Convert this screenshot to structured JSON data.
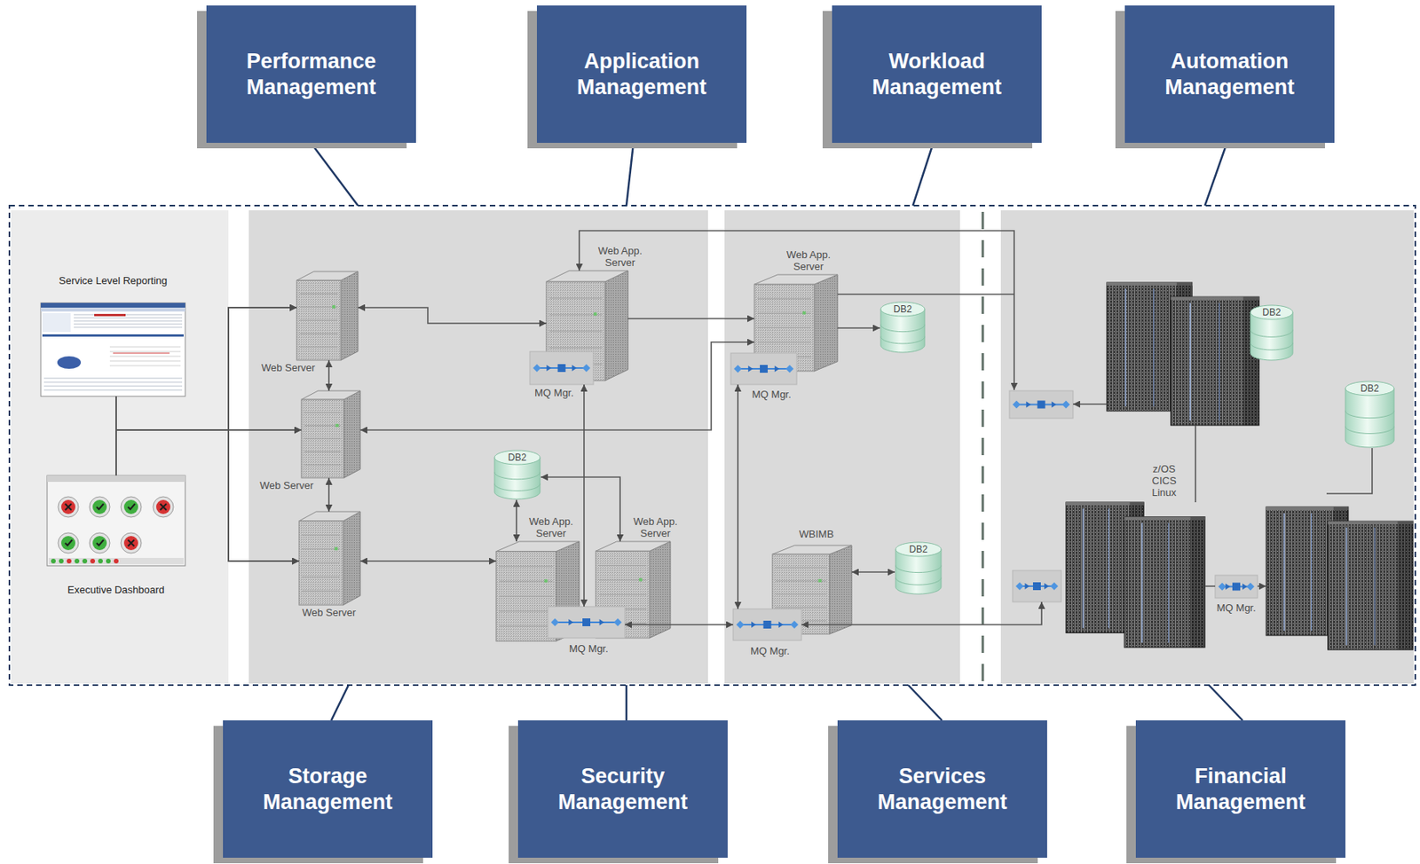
{
  "diagram": {
    "nodes": [
      {
        "text": [
          "Performance Management"
        ]
      },
      {
        "text": [
          "Application Management"
        ]
      },
      {
        "text": [
          "Workload Management"
        ]
      },
      {
        "text": [
          "Automation Management"
        ]
      },
      {
        "text": [
          "Service Level Reporting"
        ]
      },
      {
        "text": [
          "Executive Dashboard"
        ]
      },
      {
        "text": [
          "Web Server"
        ]
      },
      {
        "text": [
          "Web App. Server"
        ]
      },
      {
        "text": [
          "MQ Mgr."
        ]
      },
      {
        "text": [
          "Web App. Server"
        ]
      },
      {
        "text": [
          "DB2"
        ]
      },
      {
        "text": [
          "MQ Mgr."
        ]
      },
      {
        "text": [
          "Web Server"
        ]
      },
      {
        "text": [
          "DB2"
        ]
      },
      {
        "text": [
          "Web App. Server"
        ]
      },
      {
        "text": [
          "Web App. Server"
        ]
      },
      {
        "text": [
          "Web Server"
        ]
      },
      {
        "text": [
          "MQ Mgr."
        ]
      },
      {
        "text": [
          "WBIMB"
        ]
      },
      {
        "text": [
          "DB2"
        ]
      },
      {
        "text": [
          "MQ Mgr."
        ]
      },
      {
        "text": [
          "DB2"
        ]
      },
      {
        "text": [
          "DB2"
        ]
      },
      {
        "text": [
          "z/OS CICS Linux"
        ]
      },
      {
        "text": [
          "MQ Mgr."
        ]
      },
      {
        "text": [
          "Storage Management"
        ]
      },
      {
        "text": [
          "Security Management"
        ]
      },
      {
        "text": [
          "Services Management"
        ]
      },
      {
        "text": [
          "Financial Management"
        ]
      }
    ],
    "edges": [
      {
        "from": 4,
        "to": 6,
        "arrow": "to"
      },
      {
        "from": 4,
        "to": 12,
        "arrow": "to"
      },
      {
        "from": 4,
        "to": 16,
        "arrow": "to"
      },
      {
        "from": 5,
        "to": 6,
        "arrow": "to"
      },
      {
        "from": 5,
        "to": 12,
        "arrow": "to"
      },
      {
        "from": 5,
        "to": 16,
        "arrow": "to"
      },
      {
        "from": 6,
        "to": 7,
        "arrow": "both"
      },
      {
        "from": 6,
        "to": 12,
        "arrow": "both"
      },
      {
        "from": 12,
        "to": 16,
        "arrow": "both"
      },
      {
        "from": 12,
        "to": 9,
        "arrow": "both"
      },
      {
        "from": 16,
        "to": 14,
        "arrow": "both"
      },
      {
        "from": 7,
        "to": 9,
        "arrow": "to"
      },
      {
        "from": 8,
        "to": 17,
        "arrow": "both"
      },
      {
        "from": 13,
        "to": 14,
        "arrow": "both"
      },
      {
        "from": 13,
        "to": 15,
        "arrow": "both"
      },
      {
        "from": 17,
        "to": 20,
        "arrow": "both"
      },
      {
        "from": 11,
        "to": 20,
        "arrow": "both"
      },
      {
        "from": 9,
        "to": 10,
        "arrow": "to"
      },
      {
        "from": 18,
        "to": 19,
        "arrow": "both"
      },
      {
        "from": 23,
        "to": 24,
        "arrow": "none"
      }
    ]
  }
}
